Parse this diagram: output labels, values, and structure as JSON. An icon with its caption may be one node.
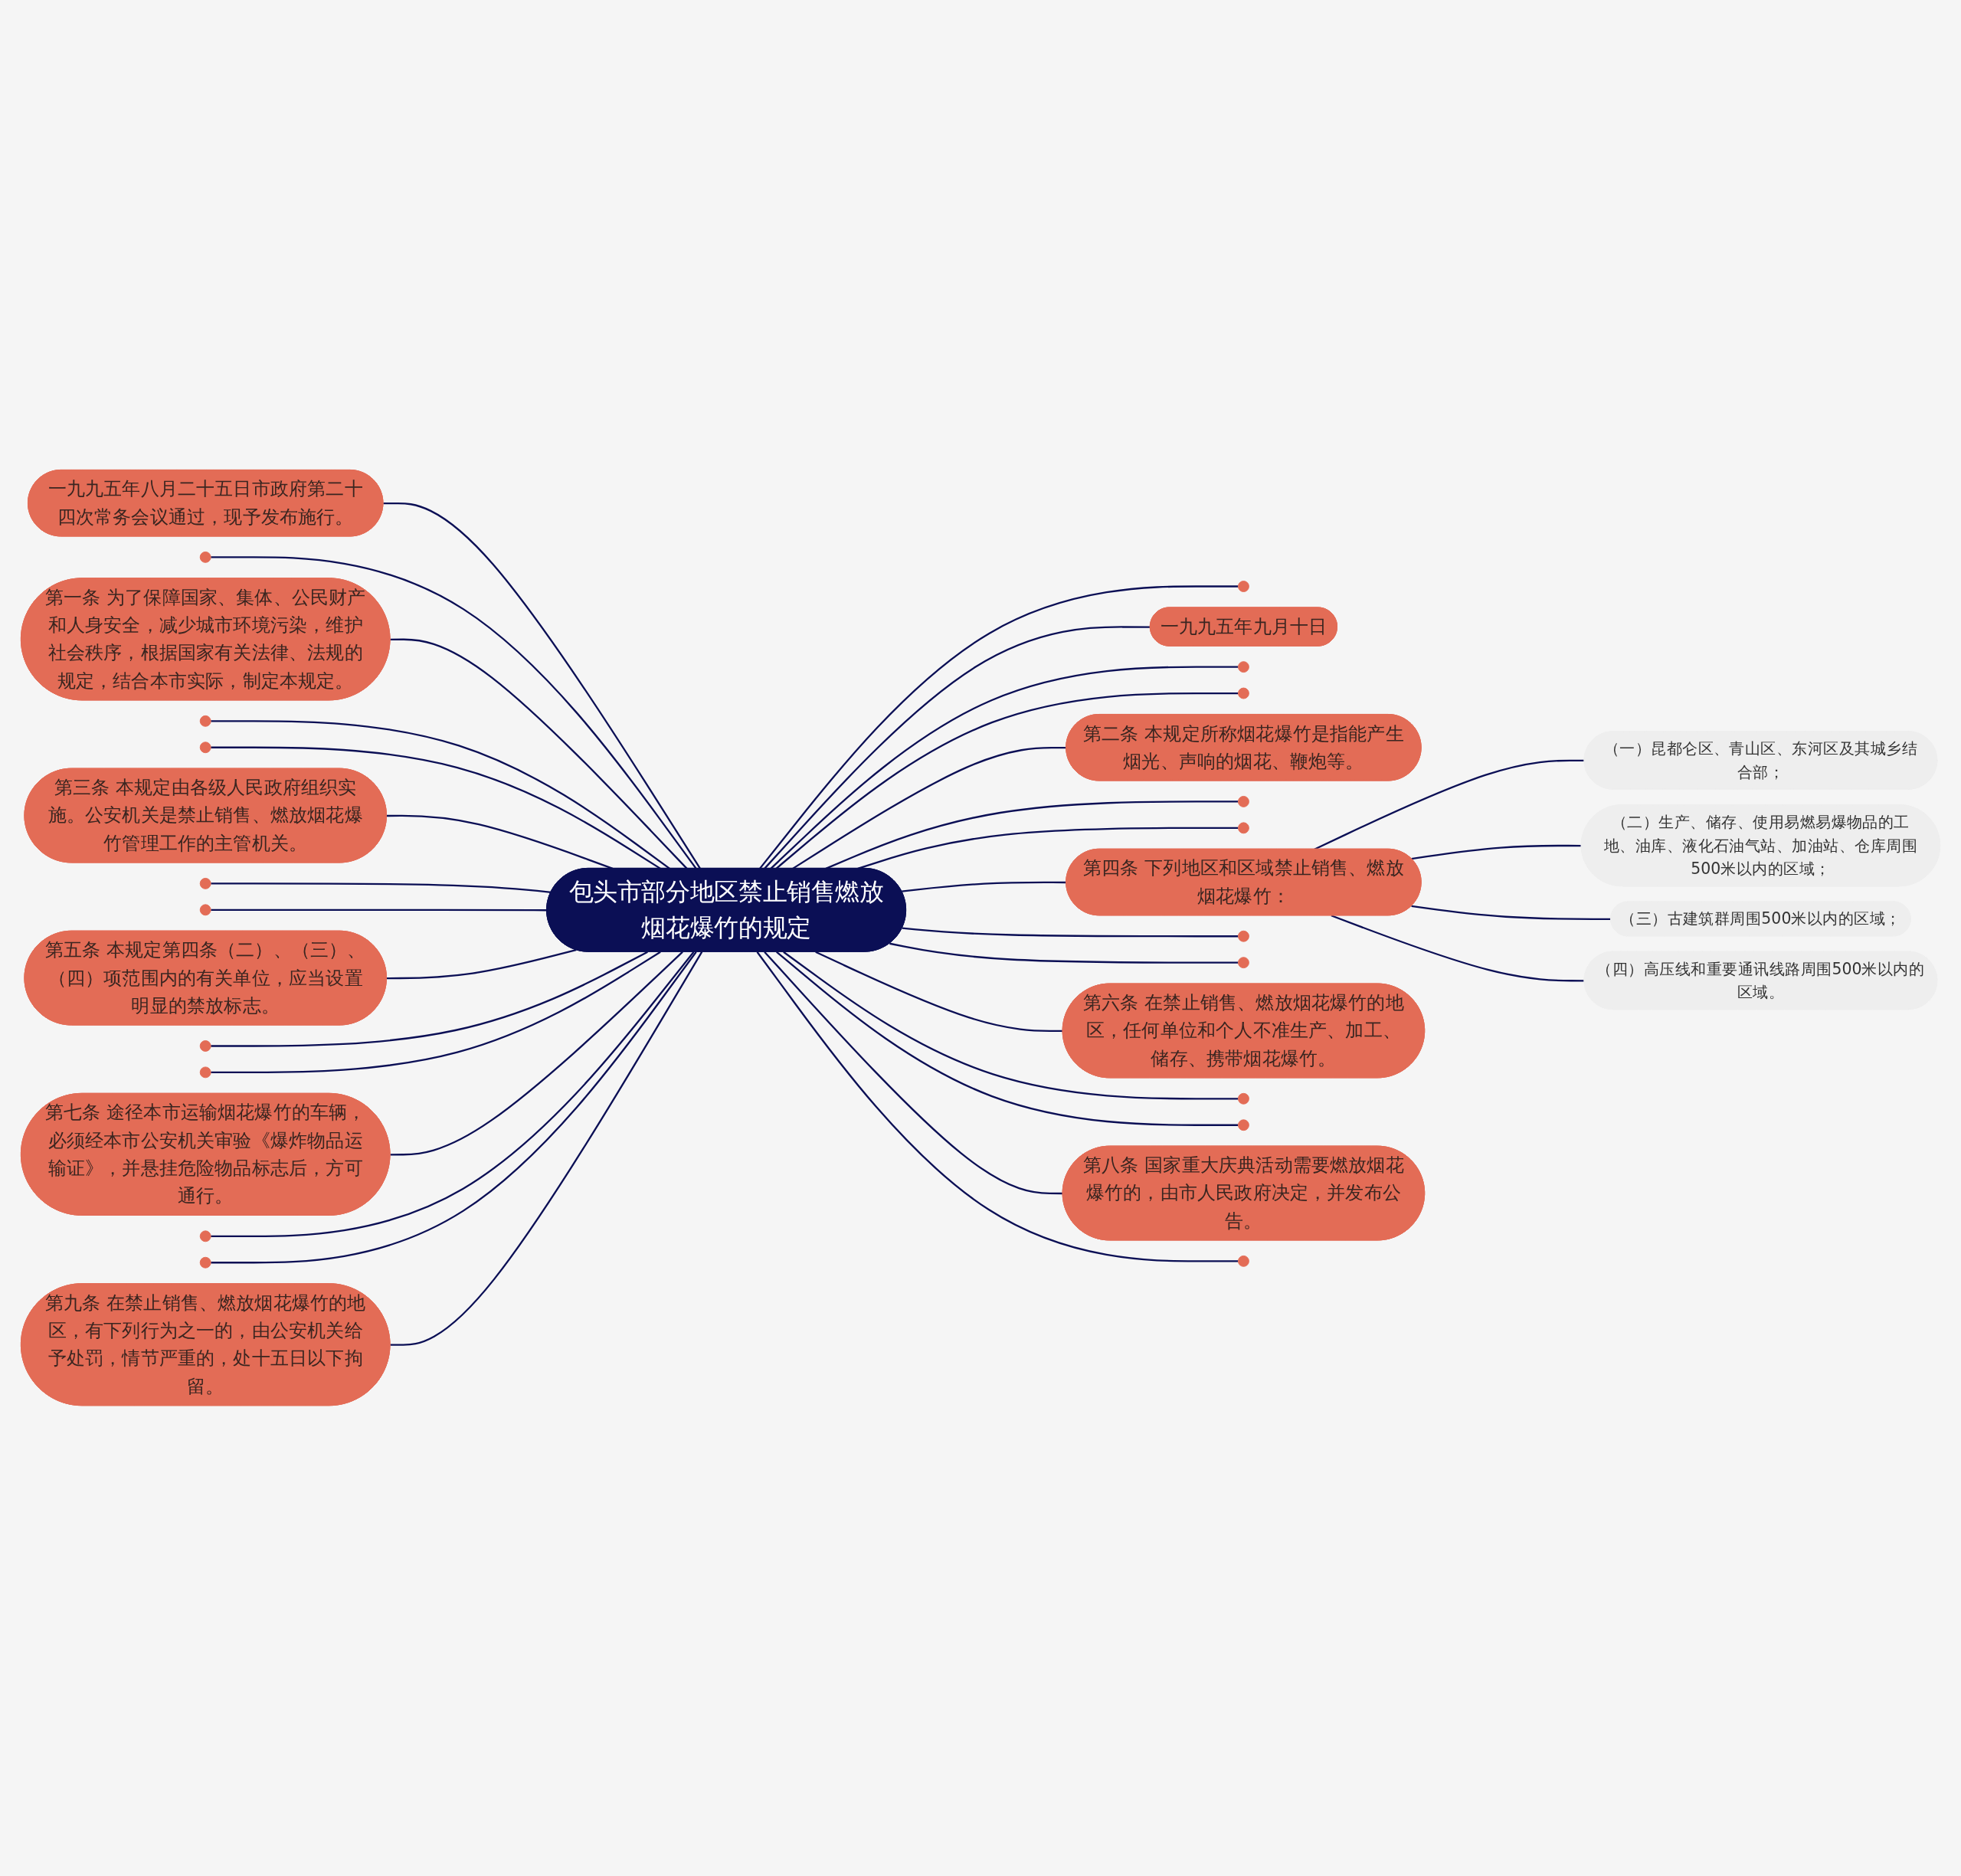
{
  "diagram": {
    "nodes": [
      {
        "text": [
          "包头市部分地区禁止销售燃放烟花爆竹的规定"
        ]
      },
      {
        "text": [],
        "shape": "circle"
      },
      {
        "text": [
          "一九九五年九月十日"
        ]
      },
      {
        "text": [],
        "shape": "circle"
      },
      {
        "text": [],
        "shape": "circle"
      },
      {
        "text": [
          "第二条 本规定所称烟花爆竹是指能产生烟光、声响的烟花、鞭炮等。"
        ]
      },
      {
        "text": [],
        "shape": "circle"
      },
      {
        "text": [],
        "shape": "circle"
      },
      {
        "text": [
          "第四条 下列地区和区域禁止销售、燃放烟花爆竹："
        ]
      },
      {
        "text": [
          "（一）昆都仑区、青山区、东河区及其城乡结合部；"
        ]
      },
      {
        "text": [
          "（二）生产、储存、使用易燃易爆物品的工地、油库、液化石油气站、加油站、仓库周围500米以内的区域；"
        ]
      },
      {
        "text": [
          "（三）古建筑群周围500米以内的区域；"
        ]
      },
      {
        "text": [
          "（四）高压线和重要通讯线路周围500米以内的区域。"
        ]
      },
      {
        "text": [],
        "shape": "circle"
      },
      {
        "text": [],
        "shape": "circle"
      },
      {
        "text": [
          "第六条 在禁止销售、燃放烟花爆竹的地区，任何单位和个人不准生产、加工、储存、携带烟花爆竹。"
        ]
      },
      {
        "text": [],
        "shape": "circle"
      },
      {
        "text": [],
        "shape": "circle"
      },
      {
        "text": [
          "第八条 国家重大庆典活动需要燃放烟花爆竹的，由市人民政府决定，并发布公告。"
        ]
      },
      {
        "text": [],
        "shape": "circle"
      },
      {
        "text": [
          "一九九五年八月二十五日市政府第二十四次常务会议通过，现予发布施行。"
        ]
      },
      {
        "text": [],
        "shape": "circle"
      },
      {
        "text": [
          "第一条 为了保障国家、集体、公民财产和人身安全，减少城市环境污染，维护社会秩序，根据国家有关法律、法规的规定，结合本市实际，制定本规定。"
        ]
      },
      {
        "text": [],
        "shape": "circle"
      },
      {
        "text": [],
        "shape": "circle"
      },
      {
        "text": [
          "第三条 本规定由各级人民政府组织实施。公安机关是禁止销售、燃放烟花爆竹管理工作的主管机关。"
        ]
      },
      {
        "text": [],
        "shape": "circle"
      },
      {
        "text": [],
        "shape": "circle"
      },
      {
        "text": [
          "第五条 本规定第四条（二）、（三）、（四）项范围内的有关单位，应当设置明显的禁放标志。"
        ]
      },
      {
        "text": [],
        "shape": "circle"
      },
      {
        "text": [],
        "shape": "circle"
      },
      {
        "text": [
          "第七条 途径本市运输烟花爆竹的车辆，必须经本市公安机关审验《爆炸物品运输证》，并悬挂危险物品标志后，方可通行。"
        ]
      },
      {
        "text": [],
        "shape": "circle"
      },
      {
        "text": [],
        "shape": "circle"
      },
      {
        "text": [
          "第九条 在禁止销售、燃放烟花爆竹的地区，有下列行为之一的，由公安机关给予处罚，情节严重的，处十五日以下拘留。"
        ]
      }
    ],
    "edges": [
      {
        "from": 0,
        "to": 1,
        "arrow": "none"
      },
      {
        "from": 0,
        "to": 2,
        "arrow": "none"
      },
      {
        "from": 0,
        "to": 3,
        "arrow": "none"
      },
      {
        "from": 0,
        "to": 4,
        "arrow": "none"
      },
      {
        "from": 0,
        "to": 5,
        "arrow": "none"
      },
      {
        "from": 0,
        "to": 6,
        "arrow": "none"
      },
      {
        "from": 0,
        "to": 7,
        "arrow": "none"
      },
      {
        "from": 0,
        "to": 8,
        "arrow": "none"
      },
      {
        "from": 8,
        "to": 9,
        "arrow": "none"
      },
      {
        "from": 8,
        "to": 10,
        "arrow": "none"
      },
      {
        "from": 8,
        "to": 11,
        "arrow": "none"
      },
      {
        "from": 8,
        "to": 12,
        "arrow": "none"
      },
      {
        "from": 0,
        "to": 13,
        "arrow": "none"
      },
      {
        "from": 0,
        "to": 14,
        "arrow": "none"
      },
      {
        "from": 0,
        "to": 15,
        "arrow": "none"
      },
      {
        "from": 0,
        "to": 16,
        "arrow": "none"
      },
      {
        "from": 0,
        "to": 17,
        "arrow": "none"
      },
      {
        "from": 0,
        "to": 18,
        "arrow": "none"
      },
      {
        "from": 0,
        "to": 19,
        "arrow": "none"
      },
      {
        "from": 0,
        "to": 20,
        "arrow": "none"
      },
      {
        "from": 0,
        "to": 21,
        "arrow": "none"
      },
      {
        "from": 0,
        "to": 22,
        "arrow": "none"
      },
      {
        "from": 0,
        "to": 23,
        "arrow": "none"
      },
      {
        "from": 0,
        "to": 24,
        "arrow": "none"
      },
      {
        "from": 0,
        "to": 25,
        "arrow": "none"
      },
      {
        "from": 0,
        "to": 26,
        "arrow": "none"
      },
      {
        "from": 0,
        "to": 27,
        "arrow": "none"
      },
      {
        "from": 0,
        "to": 28,
        "arrow": "none"
      },
      {
        "from": 0,
        "to": 29,
        "arrow": "none"
      },
      {
        "from": 0,
        "to": 30,
        "arrow": "none"
      },
      {
        "from": 0,
        "to": 31,
        "arrow": "none"
      },
      {
        "from": 0,
        "to": 32,
        "arrow": "none"
      },
      {
        "from": 0,
        "to": 33,
        "arrow": "none"
      },
      {
        "from": 0,
        "to": 34,
        "arrow": "none"
      }
    ]
  }
}
